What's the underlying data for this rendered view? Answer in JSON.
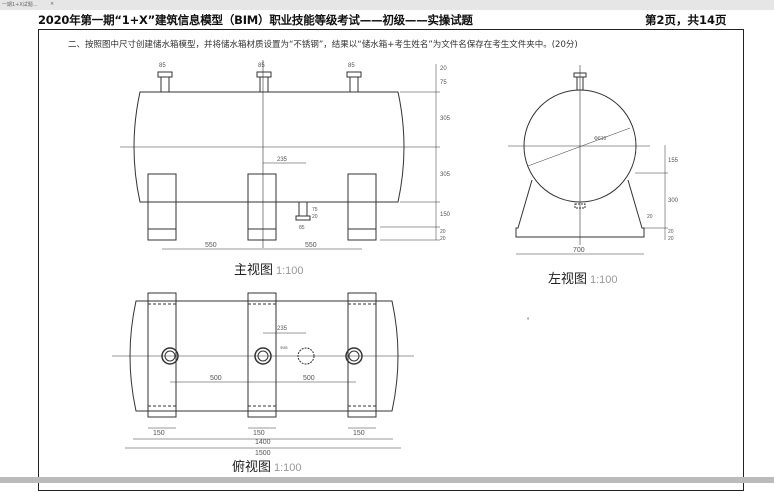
{
  "tab": {
    "label": "一期1+X试题...",
    "close": "×"
  },
  "header": {
    "title": "2020年第一期“1+X”建筑信息模型（BIM）职业技能等级考试——初级——实操试题",
    "page": "第2页，共14页"
  },
  "task": "二、按照图中尺寸创建储水箱模型，并将储水箱材质设置为“不锈钢”，结果以“储水箱+考生姓名”为文件名保存在考生文件夹中。(20分)",
  "front_view": {
    "label": "主视图",
    "scale": "1:100",
    "dims": {
      "nozzle": "85",
      "offset": "235",
      "span_left": "550",
      "span_right": "550",
      "pipe_w": "85",
      "pipe_a": "75",
      "pipe_b": "20",
      "right": [
        "20",
        "75",
        "305",
        "305",
        "150",
        "20",
        "20"
      ]
    }
  },
  "side_view": {
    "label": "左视图",
    "scale": "1:100",
    "dims": {
      "diameter": "Φ610",
      "width": "700",
      "right": [
        "155",
        "300",
        "20",
        "20"
      ],
      "base_side": "20"
    }
  },
  "top_view": {
    "label": "俯视图",
    "scale": "1:100",
    "dims": {
      "offset": "235",
      "pipe_d": "Φ85",
      "span_left": "500",
      "span_right": "500",
      "support_w": "150",
      "inner": "1400",
      "total": "1500"
    }
  }
}
